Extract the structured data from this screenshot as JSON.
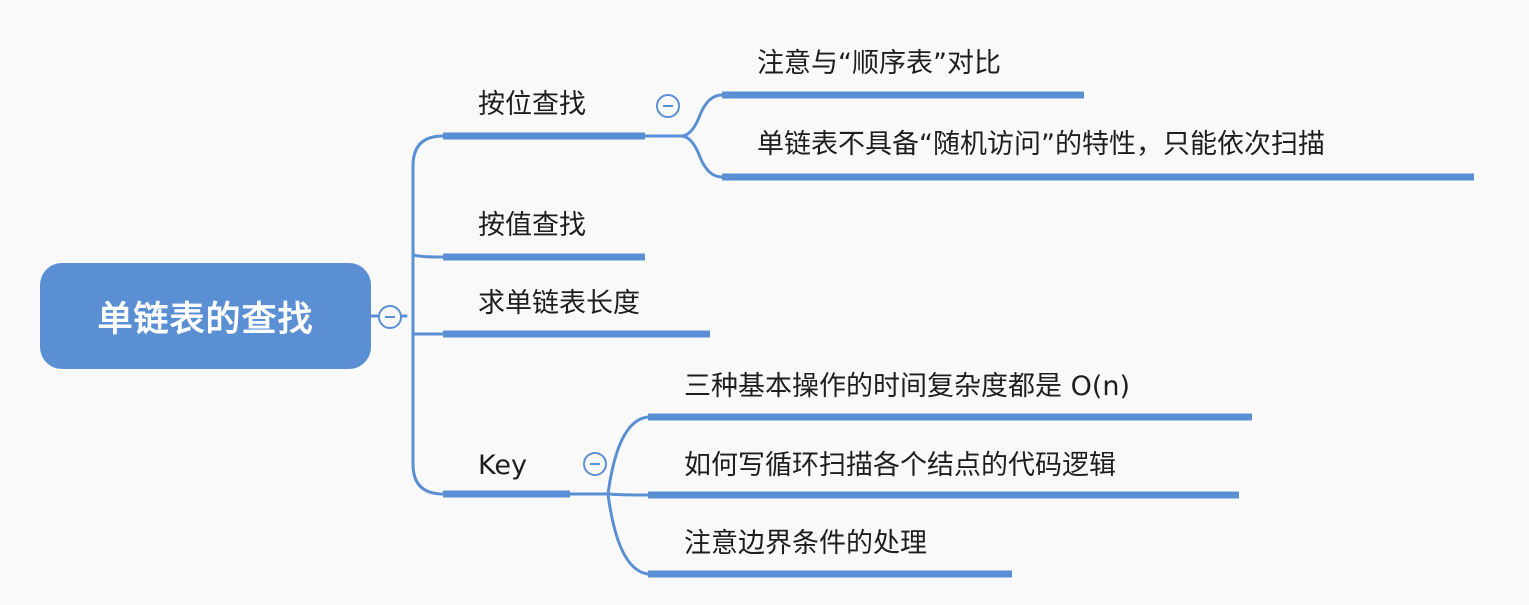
{
  "colors": {
    "accent": "#5b8fd4",
    "background": "#f9f9f9",
    "text": "#1e1e1e"
  },
  "mindmap": {
    "root": {
      "label": "单链表的查找"
    },
    "branches": [
      {
        "label": "按位查找",
        "children": [
          {
            "label": "注意与“顺序表”对比"
          },
          {
            "label": "单链表不具备“随机访问”的特性，只能依次扫描"
          }
        ]
      },
      {
        "label": "按值查找",
        "children": []
      },
      {
        "label": "求单链表长度",
        "children": []
      },
      {
        "label": "Key",
        "children": [
          {
            "label": "三种基本操作的时间复杂度都是 O(n)"
          },
          {
            "label": "如何写循环扫描各个结点的代码逻辑"
          },
          {
            "label": "注意边界条件的处理"
          }
        ]
      }
    ]
  },
  "icons": {
    "collapse": "minus-circle-icon"
  }
}
